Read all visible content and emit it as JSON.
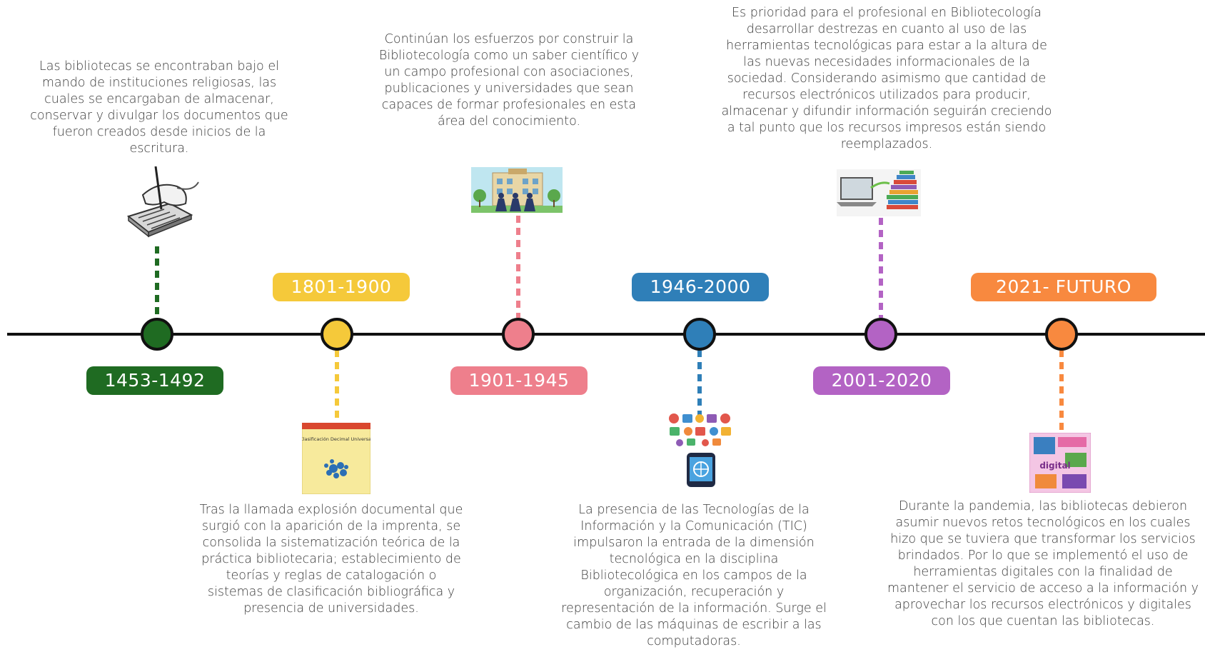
{
  "timeline": {
    "line_color": "#111111",
    "events": [
      {
        "period": "1453-1492",
        "color": "#1f6b22",
        "icon": "manuscript-writing-icon",
        "text": "Las bibliotecas se encontraban bajo el mando de instituciones religiosas, las cuales se encargaban de almacenar, conservar y divulgar los documentos que fueron creados desde inicios de la escritura."
      },
      {
        "period": "1801-1900",
        "color": "#f5c93a",
        "icon": "classification-book-icon",
        "icon_text": "Clasificación Decimal Universal",
        "text": "Tras la llamada explosión documental que surgió con la aparición de la imprenta, se consolida la sistematización teórica de la práctica bibliotecaria; establecimiento de teorías y reglas de catalogación o sistemas de clasificación bibliográfica y presencia de universidades."
      },
      {
        "period": "1901-1945",
        "color": "#ee7f8c",
        "icon": "university-graduates-icon",
        "text": "Continúan los esfuerzos por construir la Bibliotecología como un saber científico y un campo profesional con asociaciones, publicaciones y universidades que sean capaces de formar profesionales en esta área del conocimiento."
      },
      {
        "period": "1946-2000",
        "color": "#2f7fb8",
        "icon": "smartphone-apps-icon",
        "text": "La presencia de las Tecnologías de la Información y la Comunicación (TIC) impulsaron la entrada de la dimensión tecnológica en la disciplina Bibliotecológica en los campos de la organización, recuperación y representación de la información. Surge el cambio de las máquinas de escribir a las computadoras."
      },
      {
        "period": "2001-2020",
        "color": "#b363c4",
        "icon": "laptop-books-icon",
        "text": "Es prioridad para el profesional en Bibliotecología desarrollar destrezas en cuanto al uso de las herramientas tecnológicas para estar a la altura de las nuevas necesidades informacionales de la sociedad. Considerando asimismo que cantidad de recursos electrónicos utilizados para producir, almacenar y difundir información seguirán creciendo a tal punto que los recursos impresos están siendo reemplazados."
      },
      {
        "period": "2021-  FUTURO",
        "color": "#f8893f",
        "icon": "digital-library-poster-icon",
        "icon_text": "digital",
        "text": "Durante la pandemia, las bibliotecas debieron asumir nuevos retos tecnológicos en los cuales hizo que se tuviera que transformar los servicios brindados. Por lo que se implementó el uso de herramientas digitales con la finalidad de mantener el servicio de acceso a la información y aprovechar los recursos electrónicos y digitales con los que cuentan las bibliotecas."
      }
    ]
  }
}
